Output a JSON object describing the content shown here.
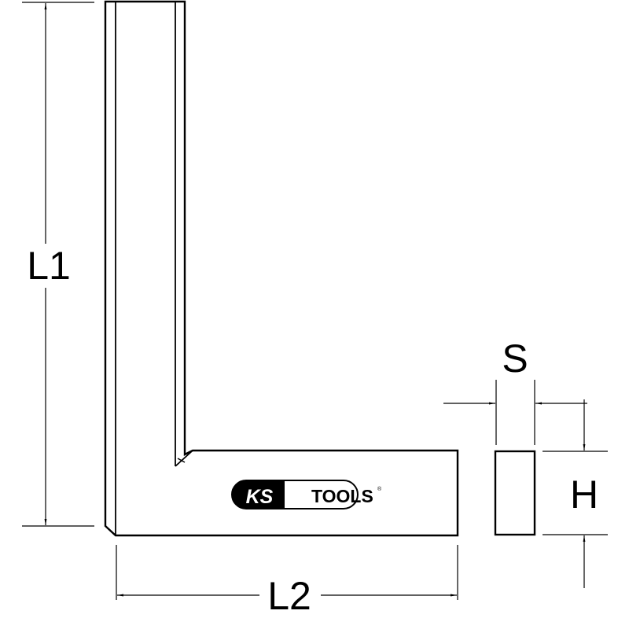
{
  "dimensions": {
    "l1": "L1",
    "l2": "L2",
    "s": "S",
    "h": "H"
  },
  "logo": {
    "brand_left": "KS",
    "brand_right": "TOOLS",
    "registered": "®"
  },
  "colors": {
    "line": "#000000",
    "background": "#ffffff"
  }
}
